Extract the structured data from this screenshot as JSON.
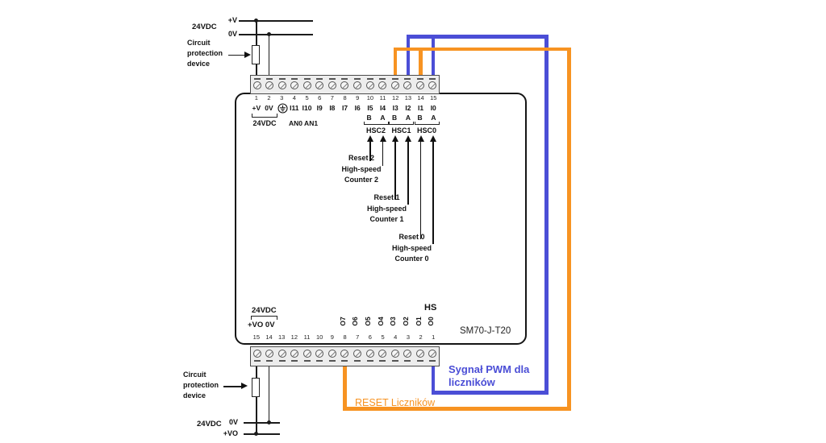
{
  "colors": {
    "orange": "#F79322",
    "blue": "#4B4ED6",
    "ink": "#1b1b1b"
  },
  "top_power": {
    "supply_label": "24VDC",
    "plus_label": "+V",
    "zero_label": "0V",
    "protection": {
      "l1": "Circuit",
      "l2": "protection",
      "l3": "device"
    }
  },
  "top_strip": {
    "numbers": [
      "1",
      "2",
      "3",
      "4",
      "5",
      "6",
      "7",
      "8",
      "9",
      "10",
      "11",
      "12",
      "13",
      "14",
      "15"
    ],
    "names": [
      "+V",
      "0V",
      "",
      "I11",
      "I10",
      "I9",
      "I8",
      "I7",
      "I6",
      "I5",
      "I4",
      "I3",
      "I2",
      "I1",
      "I0"
    ],
    "ground_icon": "earth-ground",
    "bracket_label": "24VDC",
    "analog_label": "AN0 AN1",
    "hsc_groups": [
      {
        "b": "B",
        "a": "A",
        "label": "HSC2"
      },
      {
        "b": "B",
        "a": "A",
        "label": "HSC1"
      },
      {
        "b": "B",
        "a": "A",
        "label": "HSC0"
      }
    ]
  },
  "counters": [
    {
      "reset": "Reset 2",
      "line1": "High-speed",
      "line2": "Counter 2"
    },
    {
      "reset": "Reset 1",
      "line1": "High-speed",
      "line2": "Counter 1"
    },
    {
      "reset": "Reset 0",
      "line1": "High-speed",
      "line2": "Counter 0"
    }
  ],
  "device": {
    "model": "SM70-J-T20",
    "hs_label": "HS",
    "out_supply_label": "24VDC",
    "out_terms_label": "+VO 0V"
  },
  "bottom_strip": {
    "numbers": [
      "15",
      "14",
      "13",
      "12",
      "11",
      "10",
      "9",
      "8",
      "7",
      "6",
      "5",
      "4",
      "3",
      "2",
      "1"
    ],
    "outputs": [
      "O7",
      "O6",
      "O5",
      "O4",
      "O3",
      "O2",
      "O1",
      "O0"
    ]
  },
  "bottom_power": {
    "supply_label": "24VDC",
    "zero_label": "0V",
    "plus_label": "+VO",
    "protection": {
      "l1": "Circuit",
      "l2": "protection",
      "l3": "device"
    }
  },
  "annotations": {
    "pwm_line1": "Sygnał PWM dla",
    "pwm_line2": "liczników",
    "reset": "RESET Liczników"
  }
}
